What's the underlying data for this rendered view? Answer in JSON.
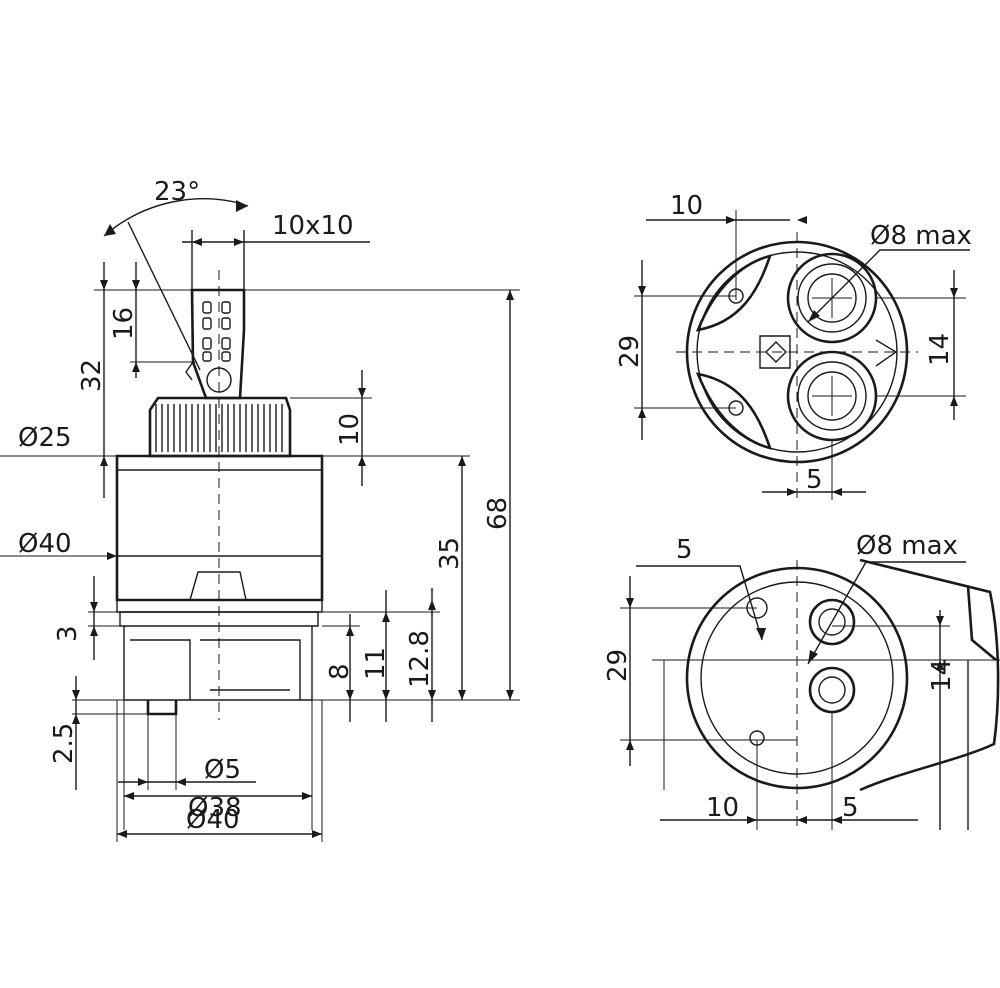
{
  "side_view": {
    "angle": "23°",
    "stem": "10x10",
    "dim_16": "16",
    "dim_32": "32",
    "dia_25": "Ø25",
    "dim_10": "10",
    "dim_68": "68",
    "dia_40_left": "Ø40",
    "dim_35": "35",
    "dim_3": "3",
    "dim_8": "8",
    "dim_11": "11",
    "dim_12_8": "12.8",
    "dim_2_5": "2.5",
    "dia_5": "Ø5",
    "dia_38": "Ø38",
    "dia_40_bottom": "Ø40"
  },
  "top_view": {
    "dim_10": "10",
    "dia_8": "Ø8 max",
    "dim_29": "29",
    "dim_14": "14",
    "dim_5": "5"
  },
  "bottom_view": {
    "dim_5_top": "5",
    "dia_8": "Ø8 max",
    "dim_29": "29",
    "dim_14": "14",
    "dim_10": "10",
    "dim_5_bottom": "5"
  }
}
